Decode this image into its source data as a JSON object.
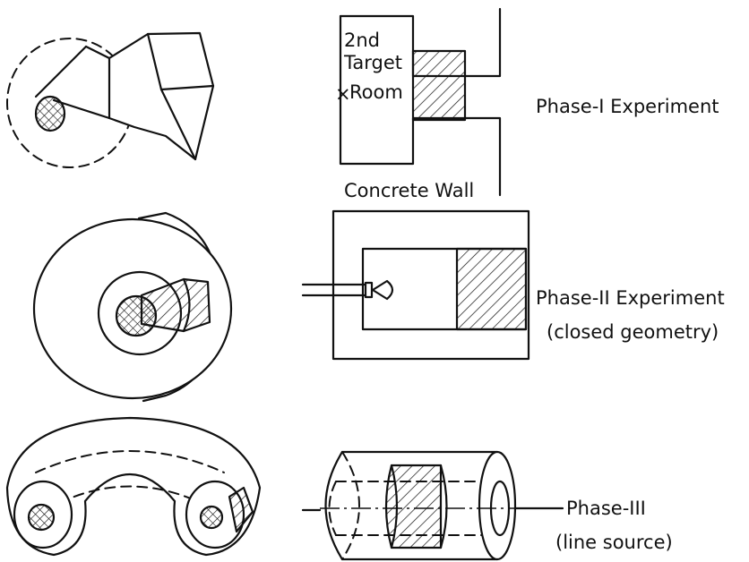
{
  "phase1": {
    "room_label_line1": "2nd",
    "room_label_line2": "Target",
    "room_label_line3": "Room",
    "cross_mark": "×",
    "wall_label": "Concrete Wall",
    "title": "Phase-I Experiment"
  },
  "phase2": {
    "title": "Phase-II Experiment",
    "subtitle": "(closed geometry)"
  },
  "phase3": {
    "title": "Phase-III",
    "subtitle": "(line source)"
  }
}
